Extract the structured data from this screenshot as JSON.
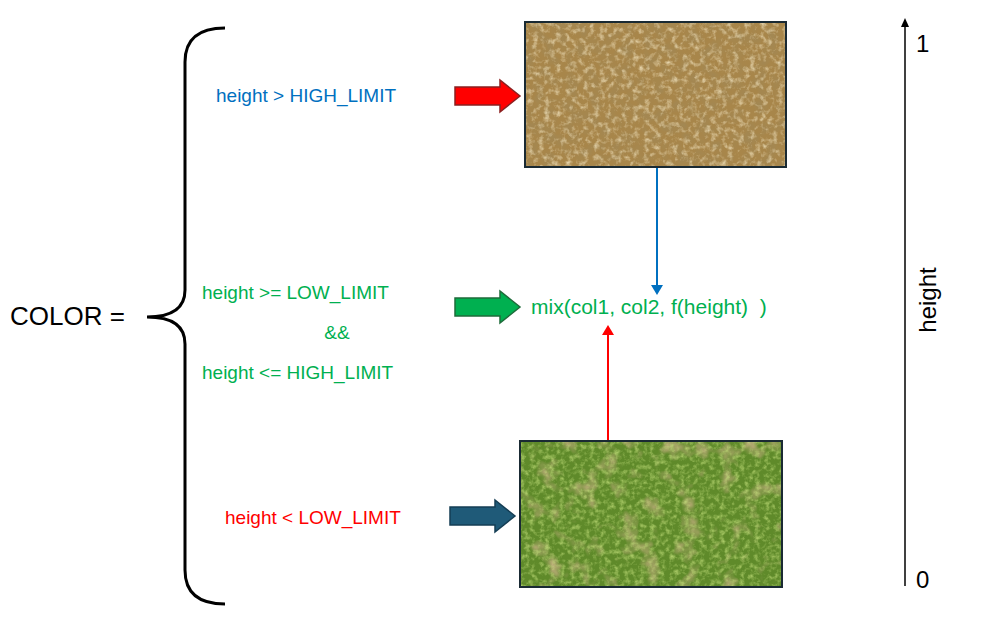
{
  "diagram": {
    "labels": [
      "COLOR =",
      "height > HIGH_LIMIT",
      "height >= LOW_LIMIT",
      "&&",
      "height <= HIGH_LIMIT",
      "mix(col1, col2, f(height)  )",
      "height < LOW_LIMIT",
      "1",
      "height",
      "0"
    ]
  }
}
